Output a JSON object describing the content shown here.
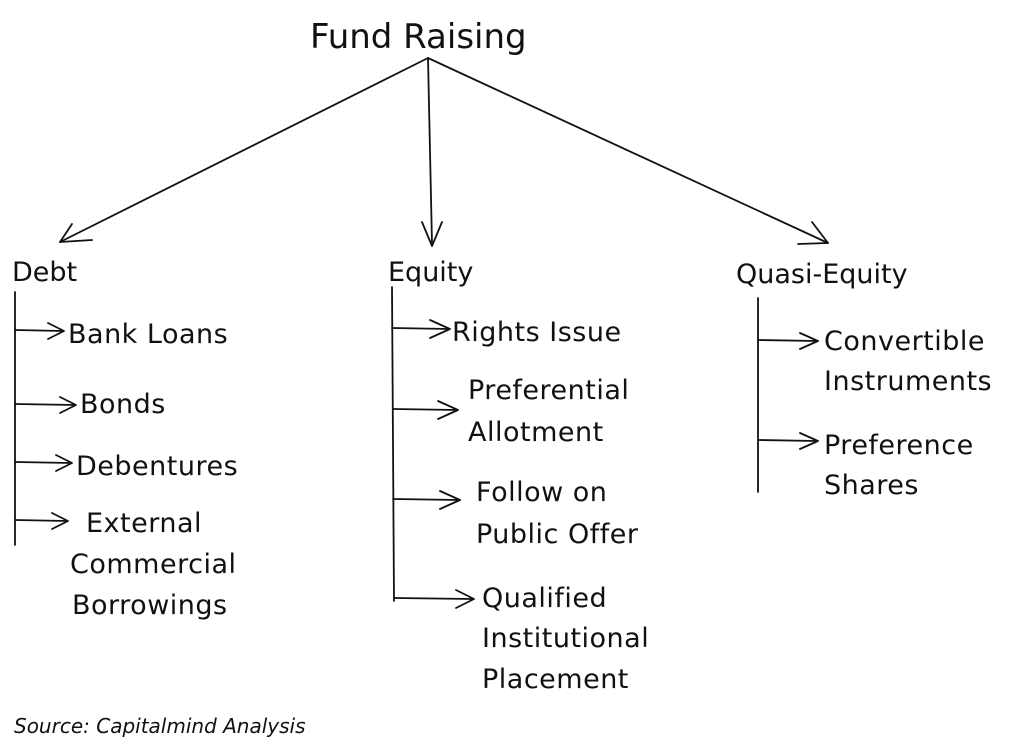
{
  "title": "Fund Raising",
  "branches": [
    {
      "label": "Debt",
      "items": [
        [
          "Bank Loans"
        ],
        [
          "Bonds"
        ],
        [
          "Debentures"
        ],
        [
          "External",
          "Commercial",
          "Borrowings"
        ]
      ]
    },
    {
      "label": "Equity",
      "items": [
        [
          "Rights Issue"
        ],
        [
          "Preferential",
          "Allotment"
        ],
        [
          "Follow on",
          "Public Offer"
        ],
        [
          "Qualified",
          "Institutional",
          "Placement"
        ]
      ]
    },
    {
      "label": "Quasi-Equity",
      "items": [
        [
          "Convertible",
          "Instruments"
        ],
        [
          "Preference",
          "Shares"
        ]
      ]
    }
  ],
  "source": "Source: Capitalmind Analysis"
}
